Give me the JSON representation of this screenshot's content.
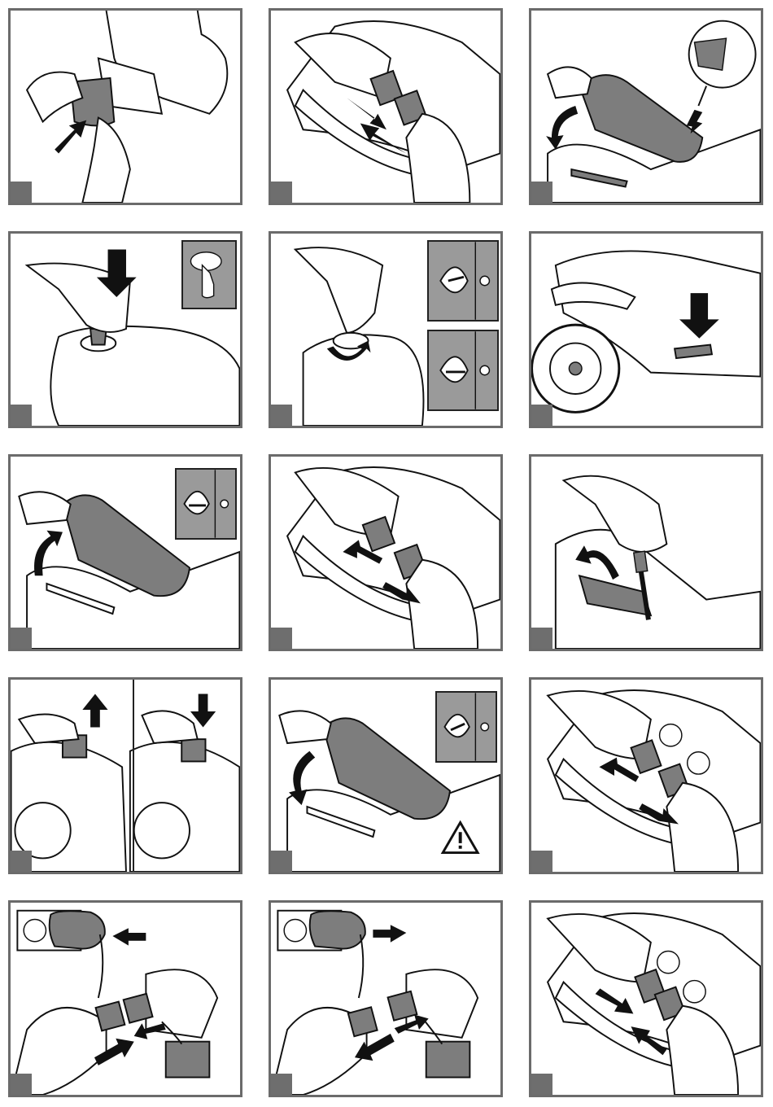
{
  "document": {
    "type": "assembly-instruction-sheet",
    "grid": {
      "rows": 5,
      "columns": 3
    },
    "colors": {
      "frame": "#6b6b6b",
      "step_tab": "#6e6e6e",
      "part_fill": "#7d7d7d",
      "arrow": "#111111",
      "inset_bg": "#9a9a9a"
    },
    "panels": [
      {
        "icons": [
          "hand-icon",
          "cover-plate-icon",
          "push-arrow-icon"
        ]
      },
      {
        "icons": [
          "hand-icon",
          "connector-icon",
          "pull-apart-arrows-icon"
        ]
      },
      {
        "icons": [
          "hand-icon",
          "seat-icon",
          "rotate-arrow-icon",
          "magnifier-detail-icon"
        ]
      },
      {
        "icons": [
          "hand-icon",
          "seat-knob-icon",
          "down-arrow-icon"
        ]
      },
      {
        "icons": [
          "hand-icon",
          "knob-turn-icon",
          "lock-detail-icon"
        ]
      },
      {
        "icons": [
          "vehicle-icon",
          "wheel-icon",
          "down-arrow-icon"
        ]
      },
      {
        "icons": [
          "hand-icon",
          "seat-icon",
          "lift-arrow-icon",
          "lock-detail-icon"
        ]
      },
      {
        "icons": [
          "hand-icon",
          "connector-icon",
          "pull-apart-arrows-icon"
        ]
      },
      {
        "icons": [
          "hand-icon",
          "screwdriver-icon",
          "lift-arrow-icon"
        ]
      },
      {
        "icons": [
          "hand-icon",
          "battery-icon",
          "up-arrow-icon",
          "down-arrow-icon"
        ]
      },
      {
        "icons": [
          "hand-icon",
          "seat-icon",
          "lower-arrow-icon",
          "lock-detail-icon",
          "warning-icon"
        ]
      },
      {
        "icons": [
          "hand-icon",
          "connector-icon",
          "pull-apart-arrows-icon",
          "circle-marker-icon"
        ]
      },
      {
        "icons": [
          "wall-outlet-icon",
          "charger-icon",
          "battery-icon",
          "push-together-arrows-icon"
        ]
      },
      {
        "icons": [
          "wall-outlet-icon",
          "charger-icon",
          "battery-icon",
          "pull-apart-arrows-icon"
        ]
      },
      {
        "icons": [
          "hand-icon",
          "connector-icon",
          "push-together-arrows-icon",
          "circle-marker-icon"
        ]
      }
    ]
  }
}
